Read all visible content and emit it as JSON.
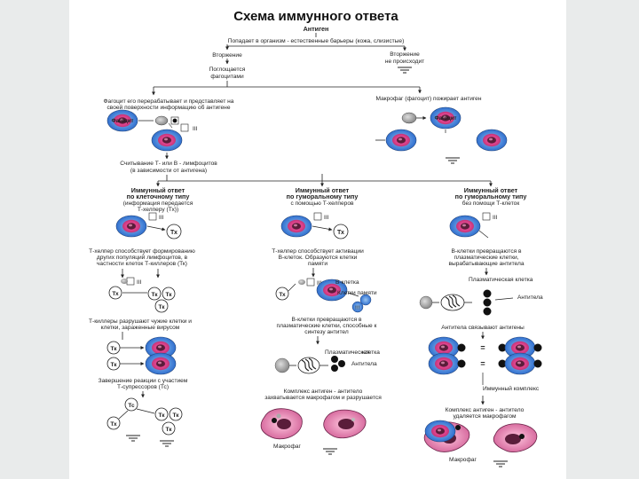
{
  "title": "Схема иммунного ответа",
  "antigen": "Антиген",
  "entry": "Попадает в организм - естественные барьеры (кожа, слизистые)",
  "invasion": "Вторжение",
  "no_invasion_1": "Вторжение",
  "no_invasion_2": "не происходит",
  "absorbed_1": "Поглощается",
  "absorbed_2": "фагоцитами",
  "phago_left_1": "Фагоцит его перерабатывает и представляет на",
  "phago_left_2": "своей поверхности информацию об антигене",
  "phago_right": "Макрофаг (фагоцит) пожирает антиген",
  "phagocyte_label": "Фагоцит",
  "phagocyte_label_right": "Фагоцит",
  "mhc_label": "III",
  "recognition_1": "Считывание Т- или В - лимфоцитов",
  "recognition_2": "(в зависимости от антигена)",
  "branch1_1": "Иммунный ответ",
  "branch1_2": "по клеточному типу",
  "branch1_3": "(информация передается",
  "branch1_4": "Т-хелперу (Тх))",
  "branch2_1": "Иммунный ответ",
  "branch2_2": "по гуморальному типу",
  "branch2_3": "с помощью Т-хелперов",
  "branch3_1": "Иммунный ответ",
  "branch3_2": "по гуморальному типу",
  "branch3_3": "без помощи Т-клеток",
  "tx": "Тх",
  "tk": "Тк",
  "ts": "Тс",
  "c1_text_1": "Т-хелпер способствует формированию",
  "c1_text_2": "других популяций лимфоцитов, в",
  "c1_text_3": "частности клеток Т-киллеров (Тк)",
  "c1_kill_1": "Т-киллеры разрушают чужие клетки и",
  "c1_kill_2": "клетки, зараженные вирусом",
  "c1_supp_1": "Завершение реакции с участием",
  "c1_supp_2": "Т-супрессоров (Тс)",
  "c2_text_1": "Т-хелпер способствует активации",
  "c2_text_2": "В-клеток. Образуются клетки",
  "c2_text_3": "памяти",
  "bcell": "В-клетка",
  "memory": "Клетки памяти",
  "memory_num": "!!!",
  "c2_plasma_1": "В-клетки превращаются в",
  "c2_plasma_2": "плазматические клетки, способные к",
  "c2_plasma_3": "синтезу антител",
  "plasma": "Плазматическая",
  "plasma_2": "клетка",
  "antibody": "Антитела",
  "c2_complex_1": "Комплекс антиген - антитело",
  "c2_complex_2": "захватывается макрофагом и разрушается",
  "macrophage": "Макрофаг",
  "c3_text_1": "В-клетки превращаются в",
  "c3_text_2": "плазматические клетки,",
  "c3_text_3": "вырабатывающие антитела",
  "c3_plasma": "Плазматическая клетка",
  "c3_antibody": "Антитела",
  "c3_bind": "Антитела связывают антигены",
  "immune_complex": "Иммунный комплекс",
  "c3_complex_1": "Комплекс антиген - антитело",
  "c3_complex_2": "удаляется макрофагом",
  "macrophage_right": "Макрофаг",
  "colors": {
    "cell_outer": "#3f7fd8",
    "cell_ring": "#e0458f",
    "cell_core": "#5a1d3a",
    "macrophage": "#efb3c9",
    "antibody": "#111111"
  }
}
